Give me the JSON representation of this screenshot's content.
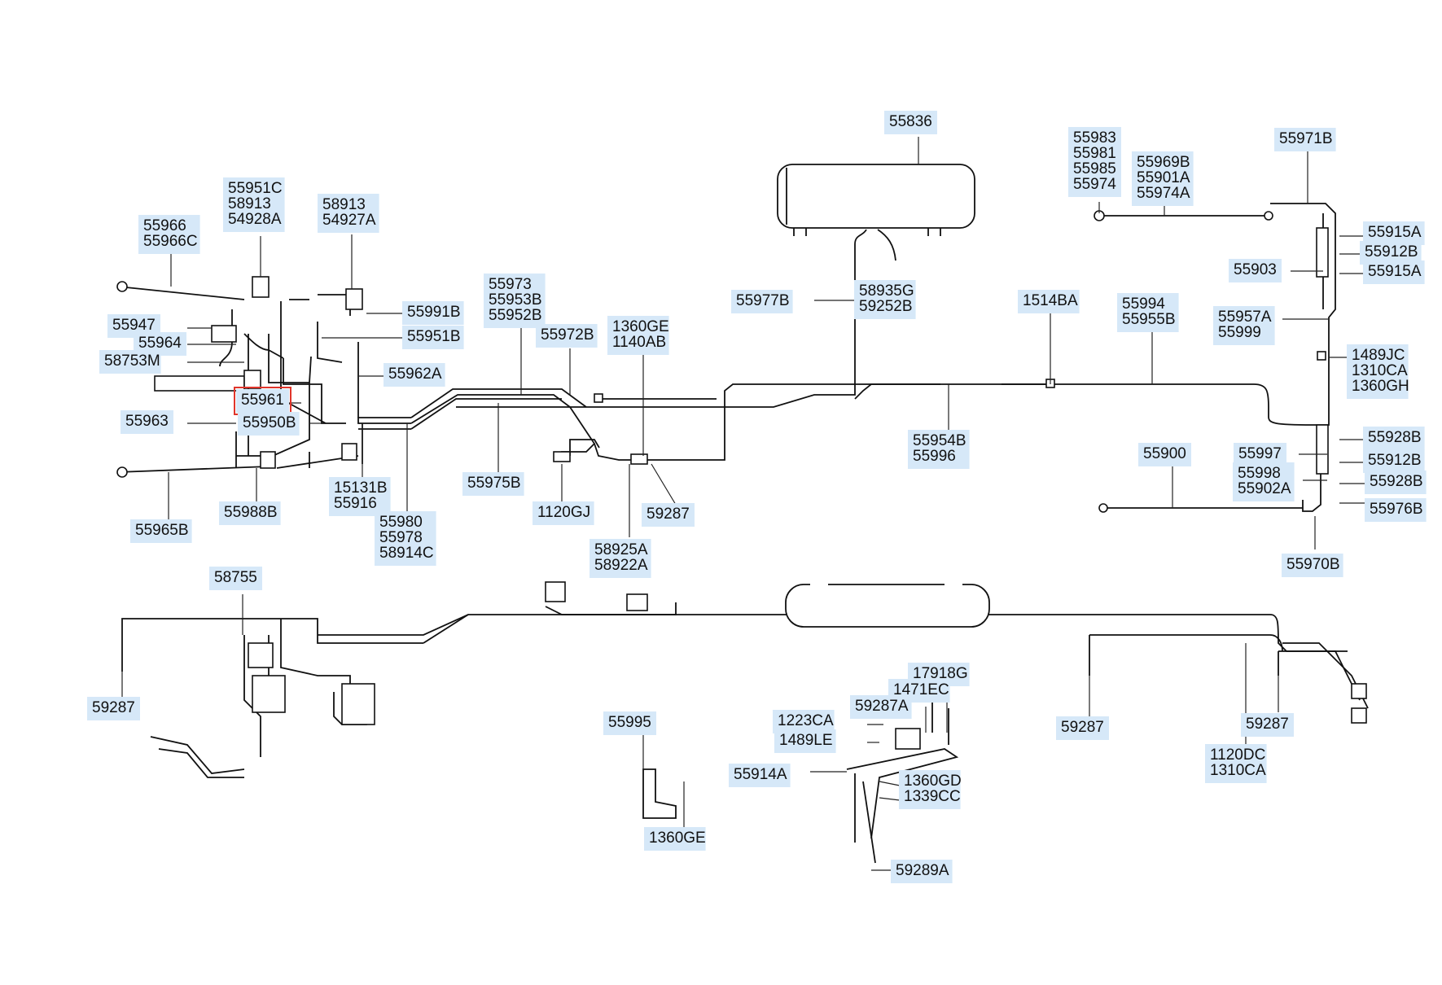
{
  "diagram": {
    "callouts": [
      {
        "id": "c55836",
        "lines": [
          "55836"
        ]
      },
      {
        "id": "c55983",
        "lines": [
          "55983",
          "55981",
          "55985",
          "55974"
        ]
      },
      {
        "id": "c55969B",
        "lines": [
          "55969B",
          "55901A",
          "55974A"
        ]
      },
      {
        "id": "c55971B",
        "lines": [
          "55971B"
        ]
      },
      {
        "id": "c55915A1",
        "lines": [
          "55915A"
        ]
      },
      {
        "id": "c55912B1",
        "lines": [
          "55912B"
        ]
      },
      {
        "id": "c55903",
        "lines": [
          "55903"
        ]
      },
      {
        "id": "c55915A2",
        "lines": [
          "55915A"
        ]
      },
      {
        "id": "c55957A",
        "lines": [
          "55957A",
          "55999"
        ]
      },
      {
        "id": "c1489JC",
        "lines": [
          "1489JC",
          "1310CA",
          "1360GH"
        ]
      },
      {
        "id": "c55928B1",
        "lines": [
          "55928B"
        ]
      },
      {
        "id": "c55997",
        "lines": [
          "55997"
        ]
      },
      {
        "id": "c55912B2",
        "lines": [
          "55912B"
        ]
      },
      {
        "id": "c55998",
        "lines": [
          "55998",
          "55902A"
        ]
      },
      {
        "id": "c55928B2",
        "lines": [
          "55928B"
        ]
      },
      {
        "id": "c55976B",
        "lines": [
          "55976B"
        ]
      },
      {
        "id": "c55970B",
        "lines": [
          "55970B"
        ]
      },
      {
        "id": "c55900",
        "lines": [
          "55900"
        ]
      },
      {
        "id": "c55951C",
        "lines": [
          "55951C",
          "58913",
          "54928A"
        ]
      },
      {
        "id": "c58913",
        "lines": [
          "58913",
          "54927A"
        ]
      },
      {
        "id": "c55966",
        "lines": [
          "55966",
          "55966C"
        ]
      },
      {
        "id": "c55947",
        "lines": [
          "55947"
        ]
      },
      {
        "id": "c55964",
        "lines": [
          "55964"
        ]
      },
      {
        "id": "c58753M",
        "lines": [
          "58753M"
        ]
      },
      {
        "id": "c55961",
        "lines": [
          "55961"
        ]
      },
      {
        "id": "c55963",
        "lines": [
          "55963"
        ]
      },
      {
        "id": "c55950B",
        "lines": [
          "55950B"
        ]
      },
      {
        "id": "c55991B",
        "lines": [
          "55991B"
        ]
      },
      {
        "id": "c55951B",
        "lines": [
          "55951B"
        ]
      },
      {
        "id": "c55962A",
        "lines": [
          "55962A"
        ]
      },
      {
        "id": "c55965B",
        "lines": [
          "55965B"
        ]
      },
      {
        "id": "c55988B",
        "lines": [
          "55988B"
        ]
      },
      {
        "id": "c15131B",
        "lines": [
          "15131B",
          "55916"
        ]
      },
      {
        "id": "c55980",
        "lines": [
          "55980",
          "55978",
          "58914C"
        ]
      },
      {
        "id": "c55973",
        "lines": [
          "55973",
          "55953B",
          "55952B"
        ]
      },
      {
        "id": "c55972B",
        "lines": [
          "55972B"
        ]
      },
      {
        "id": "c1360GE",
        "lines": [
          "1360GE",
          "1140AB"
        ]
      },
      {
        "id": "c55975B",
        "lines": [
          "55975B"
        ]
      },
      {
        "id": "c1120GJ",
        "lines": [
          "1120GJ"
        ]
      },
      {
        "id": "c59287a",
        "lines": [
          "59287"
        ]
      },
      {
        "id": "c58925A",
        "lines": [
          "58925A",
          "58922A"
        ]
      },
      {
        "id": "c55977B",
        "lines": [
          "55977B"
        ]
      },
      {
        "id": "c58935G",
        "lines": [
          "58935G",
          "59252B"
        ]
      },
      {
        "id": "c1514BA",
        "lines": [
          "1514BA"
        ]
      },
      {
        "id": "c55994",
        "lines": [
          "55994",
          "55955B"
        ]
      },
      {
        "id": "c55954B",
        "lines": [
          "55954B",
          "55996"
        ]
      },
      {
        "id": "c58755",
        "lines": [
          "58755"
        ]
      },
      {
        "id": "c59287b",
        "lines": [
          "59287"
        ]
      },
      {
        "id": "c55995",
        "lines": [
          "55995"
        ]
      },
      {
        "id": "c1360GEb",
        "lines": [
          "1360GE"
        ]
      },
      {
        "id": "c17918G",
        "lines": [
          "17918G"
        ]
      },
      {
        "id": "c1471EC",
        "lines": [
          "1471EC"
        ]
      },
      {
        "id": "c59287A",
        "lines": [
          "59287A"
        ]
      },
      {
        "id": "c1223CA",
        "lines": [
          "1223CA"
        ]
      },
      {
        "id": "c1489LE",
        "lines": [
          "1489LE"
        ]
      },
      {
        "id": "c55914A",
        "lines": [
          "55914A"
        ]
      },
      {
        "id": "c1360GD",
        "lines": [
          "1360GD",
          "1339CC"
        ]
      },
      {
        "id": "c59289A",
        "lines": [
          "59289A"
        ]
      },
      {
        "id": "c59287c",
        "lines": [
          "59287"
        ]
      },
      {
        "id": "c1120DC",
        "lines": [
          "1120DC",
          "1310CA"
        ]
      },
      {
        "id": "c59287d",
        "lines": [
          "59287"
        ]
      }
    ],
    "selected": "c55961",
    "colors": {
      "callout_bg": "#d6e8f8",
      "line": "#111111",
      "highlight": "#e0352b"
    }
  }
}
